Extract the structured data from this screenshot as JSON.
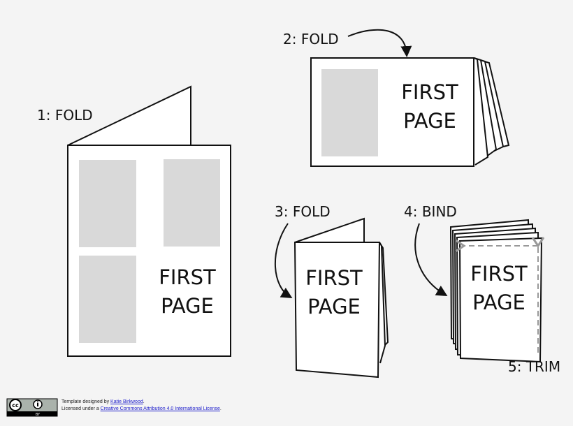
{
  "steps": {
    "step1": {
      "label": "1: FOLD",
      "page_line1": "FIRST",
      "page_line2": "PAGE"
    },
    "step2": {
      "label": "2: FOLD",
      "page_line1": "FIRST",
      "page_line2": "PAGE"
    },
    "step3": {
      "label": "3: FOLD",
      "page_line1": "FIRST",
      "page_line2": "PAGE"
    },
    "step4": {
      "label": "4: BIND",
      "page_line1": "FIRST",
      "page_line2": "PAGE"
    },
    "step5": {
      "label": "5: TRIM"
    }
  },
  "footer": {
    "badge_text": "BY",
    "line1_prefix": "Template designed by ",
    "author_link": "Katie Birkwood",
    "line1_suffix": ".",
    "line2_prefix": "Licensed under a ",
    "license_link": "Creative Commons Attribution 4.0 International License",
    "line2_suffix": "."
  },
  "colors": {
    "placeholder": "#d9d9d9",
    "trim_line": "#999999",
    "link": "#2222cc"
  }
}
